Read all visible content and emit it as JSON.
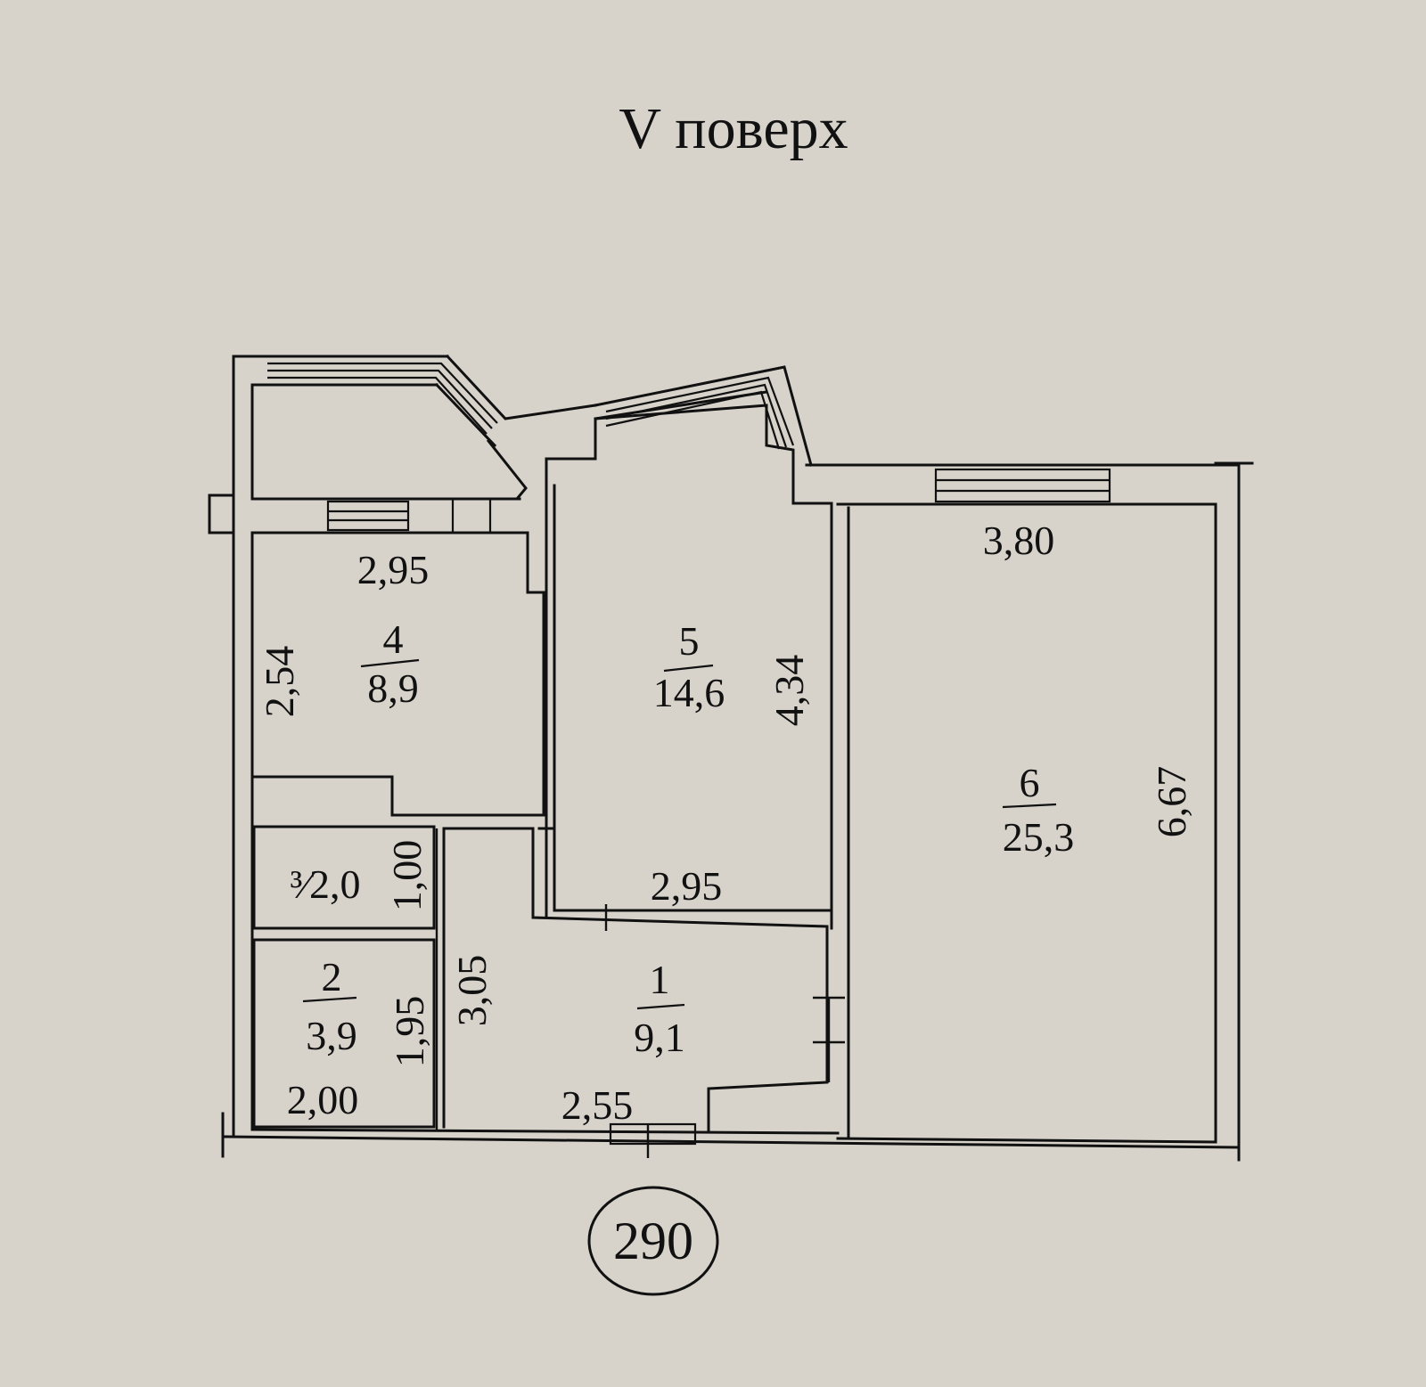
{
  "title": "V поверх",
  "plan_number": "290",
  "rooms": [
    {
      "number": "1",
      "area": "9,1"
    },
    {
      "number": "2",
      "area": "3,9"
    },
    {
      "number": "3",
      "area": "2,0",
      "label": "³⁄2,0"
    },
    {
      "number": "4",
      "area": "8,9"
    },
    {
      "number": "5",
      "area": "14,6"
    },
    {
      "number": "6",
      "area": "25,3"
    }
  ],
  "dimensions": {
    "room1_width": "2,55",
    "room1_length": "3,05",
    "room2_width": "2,00",
    "room2_length": "1,95",
    "room3_length": "1,00",
    "room4_width": "2,95",
    "room4_length": "2,54",
    "room5_width": "2,95",
    "room5_length": "4,34",
    "room6_width": "3,80",
    "room6_length": "6,67"
  }
}
